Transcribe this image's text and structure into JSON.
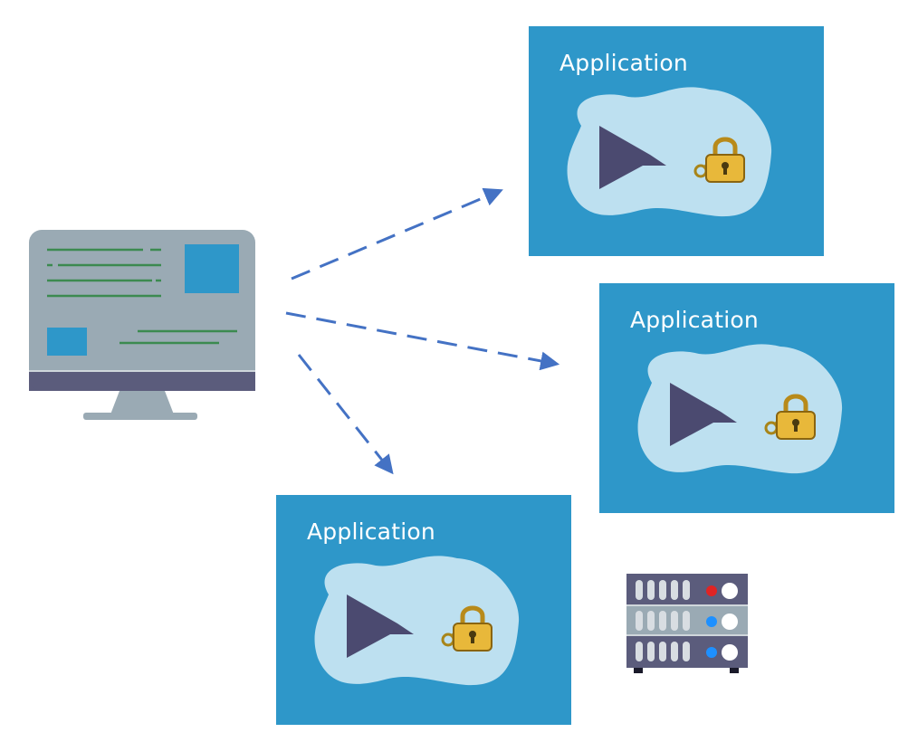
{
  "diagram": {
    "applications": [
      {
        "title": "Application"
      },
      {
        "title": "Application"
      },
      {
        "title": "Application"
      }
    ],
    "colors": {
      "card_blue": "#2e97c9",
      "blob_light": "#bde0f0",
      "play_dark": "#4b4a70",
      "arrow_blue": "#4472c4",
      "monitor_gray": "#9aaab4",
      "monitor_base": "#5b5c7c",
      "line_green": "#3c8a50",
      "lock_gold": "#e8b83a"
    },
    "icons": [
      "monitor-icon",
      "play-icon",
      "key-icon",
      "padlock-icon",
      "server-icon"
    ]
  }
}
